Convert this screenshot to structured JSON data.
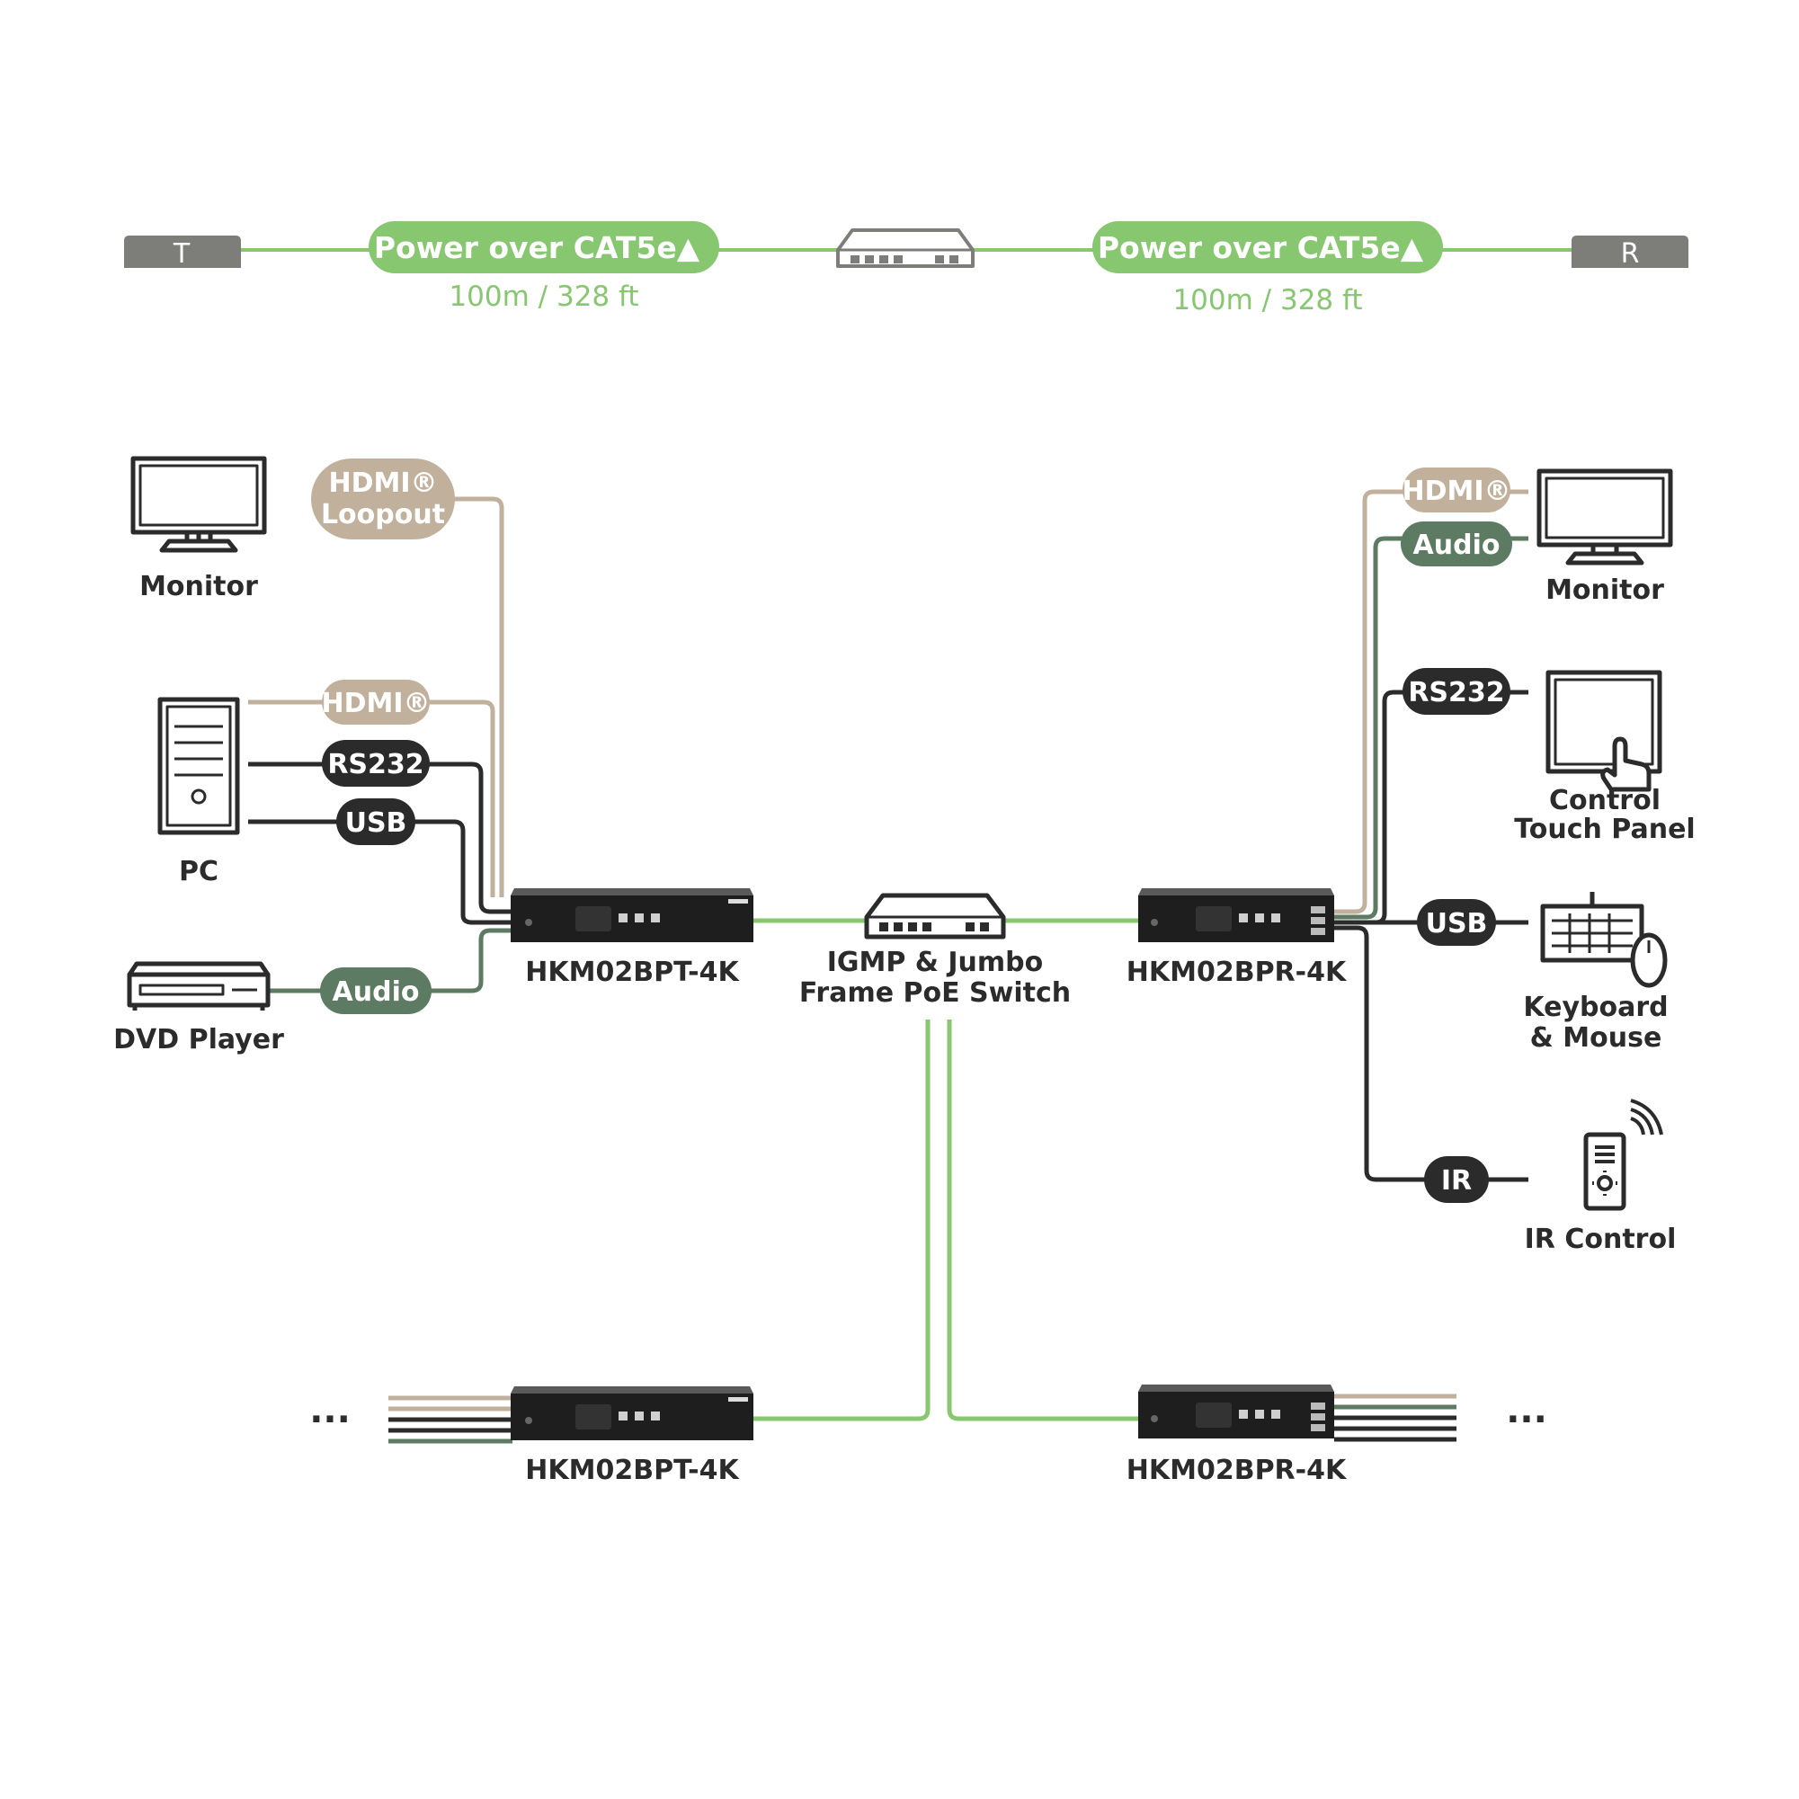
{
  "colors": {
    "green": "#86c76f",
    "tan": "#c1b19c",
    "darkgreen": "#5d7a62",
    "black": "#2b2b2b",
    "gray": "#7d7d7a"
  },
  "top": {
    "left_end": "T",
    "right_end": "R",
    "left_pill": "Power over CAT5e▲",
    "right_pill": "Power over CAT5e▲",
    "left_distance": "100m / 328 ft",
    "right_distance": "100m / 328 ft"
  },
  "devices": {
    "monitor_left": "Monitor",
    "pc": "PC",
    "dvd": "DVD Player",
    "monitor_right": "Monitor",
    "touch_panel_l1": "Control",
    "touch_panel_l2": "Touch Panel",
    "keyboard_l1": "Keyboard",
    "keyboard_l2": "& Mouse",
    "ir_control": "IR Control"
  },
  "cables": {
    "hdmi_loopout_l1": "HDMI®",
    "hdmi_loopout_l2": "Loopout",
    "left_hdmi": "HDMI®",
    "left_rs232": "RS232",
    "left_usb": "USB",
    "left_audio": "Audio",
    "right_hdmi": "HDMI®",
    "right_audio": "Audio",
    "right_rs232": "RS232",
    "right_usb": "USB",
    "right_ir": "IR"
  },
  "units": {
    "tx_main": "HKM02BPT-4K",
    "rx_main": "HKM02BPR-4K",
    "tx_bottom": "HKM02BPT-4K",
    "rx_bottom": "HKM02BPR-4K",
    "switch_l1": "IGMP & Jumbo",
    "switch_l2": "Frame PoE Switch"
  },
  "ellipsis_left": "...",
  "ellipsis_right": "..."
}
